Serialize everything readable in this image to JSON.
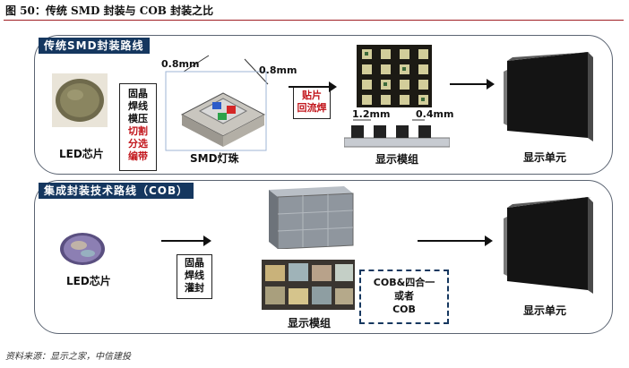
{
  "figure": {
    "title": "图 50：传统 SMD 封装与 COB 封装之比",
    "source": "资料来源：显示之家，中信建投"
  },
  "smd_route": {
    "tag": "传统SMD封装路线",
    "chip_label": "LED芯片",
    "steps_black": [
      "固晶",
      "焊线",
      "模压"
    ],
    "steps_red": [
      "切割",
      "分选",
      "编带"
    ],
    "dim_a": "0.8mm",
    "dim_b": "0.8mm",
    "smd_label": "SMD灯珠",
    "reflow_lines": [
      "贴片",
      "回流焊"
    ],
    "pitch_a": "1.2mm",
    "pitch_b": "0.4mm",
    "module_label": "显示模组",
    "unit_label": "显示单元"
  },
  "cob_route": {
    "tag": "集成封装技术路线（COB）",
    "chip_label": "LED芯片",
    "steps": [
      "固晶",
      "焊线",
      "灌封"
    ],
    "module_label": "显示模组",
    "note_lines": [
      "COB&四合一",
      "或者",
      "COB"
    ],
    "unit_label": "显示单元"
  },
  "colors": {
    "accent_red": "#c2161c",
    "tag_blue": "#15375f",
    "rule_red": "#a01d23"
  }
}
